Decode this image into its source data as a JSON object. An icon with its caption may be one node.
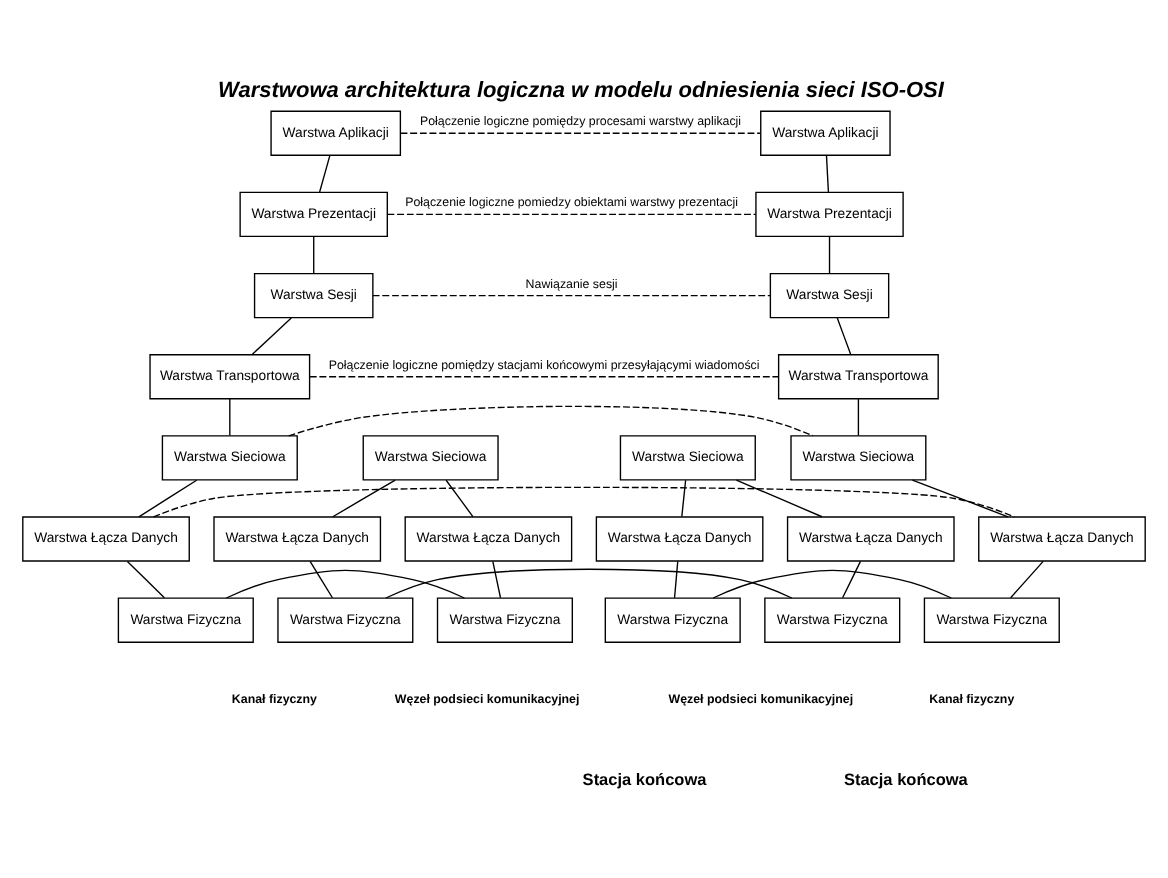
{
  "diagram": {
    "title": "Warstwowa architektura logiczna w modelu odniesienia sieci ISO-OSI",
    "nodes": [
      {
        "text": [
          "Warstwa Aplikacji"
        ]
      },
      {
        "text": [
          "Warstwa Aplikacji"
        ]
      },
      {
        "text": [
          "Warstwa Prezentacji"
        ]
      },
      {
        "text": [
          "Warstwa Prezentacji"
        ]
      },
      {
        "text": [
          "Warstwa Sesji"
        ]
      },
      {
        "text": [
          "Warstwa Sesji"
        ]
      },
      {
        "text": [
          "Warstwa Transportowa"
        ]
      },
      {
        "text": [
          "Warstwa Transportowa"
        ]
      },
      {
        "text": [
          "Warstwa Sieciowa"
        ]
      },
      {
        "text": [
          "Warstwa Sieciowa"
        ]
      },
      {
        "text": [
          "Warstwa Sieciowa"
        ]
      },
      {
        "text": [
          "Warstwa Sieciowa"
        ]
      },
      {
        "text": [
          "Warstwa Łącza Danych"
        ]
      },
      {
        "text": [
          "Warstwa Łącza Danych"
        ]
      },
      {
        "text": [
          "Warstwa Łącza Danych"
        ]
      },
      {
        "text": [
          "Warstwa Łącza Danych"
        ]
      },
      {
        "text": [
          "Warstwa Łącza Danych"
        ]
      },
      {
        "text": [
          "Warstwa Łącza Danych"
        ]
      },
      {
        "text": [
          "Warstwa Fizyczna"
        ]
      },
      {
        "text": [
          "Warstwa Fizyczna"
        ]
      },
      {
        "text": [
          "Warstwa Fizyczna"
        ]
      },
      {
        "text": [
          "Warstwa Fizyczna"
        ]
      },
      {
        "text": [
          "Warstwa Fizyczna"
        ]
      },
      {
        "text": [
          "Warstwa Fizyczna"
        ]
      }
    ],
    "edges": [
      {
        "from": 0,
        "to": 2,
        "arrow": "none"
      },
      {
        "from": 2,
        "to": 4,
        "arrow": "none"
      },
      {
        "from": 4,
        "to": 6,
        "arrow": "none"
      },
      {
        "from": 6,
        "to": 8,
        "arrow": "none"
      },
      {
        "from": 8,
        "to": 12,
        "arrow": "none"
      },
      {
        "from": 12,
        "to": 18,
        "arrow": "none"
      },
      {
        "from": 1,
        "to": 3,
        "arrow": "none"
      },
      {
        "from": 3,
        "to": 5,
        "arrow": "none"
      },
      {
        "from": 5,
        "to": 7,
        "arrow": "none"
      },
      {
        "from": 7,
        "to": 11,
        "arrow": "none"
      },
      {
        "from": 11,
        "to": 17,
        "arrow": "none"
      },
      {
        "from": 17,
        "to": 23,
        "arrow": "none"
      },
      {
        "from": 9,
        "to": 13,
        "arrow": "none"
      },
      {
        "from": 9,
        "to": 14,
        "arrow": "none"
      },
      {
        "from": 10,
        "to": 15,
        "arrow": "none"
      },
      {
        "from": 10,
        "to": 16,
        "arrow": "none"
      },
      {
        "from": 13,
        "to": 19,
        "arrow": "none"
      },
      {
        "from": 14,
        "to": 20,
        "arrow": "none"
      },
      {
        "from": 15,
        "to": 21,
        "arrow": "none"
      },
      {
        "from": 16,
        "to": 22,
        "arrow": "none"
      },
      {
        "from": 18,
        "to": 19,
        "arrow": "none"
      },
      {
        "from": 20,
        "to": 21,
        "arrow": "none"
      },
      {
        "from": 22,
        "to": 23,
        "arrow": "none"
      },
      {
        "from": 0,
        "to": 1,
        "arrow": "none",
        "style": "dashed",
        "label": "Połączenie logiczne pomiędzy procesami warstwy aplikacji"
      },
      {
        "from": 2,
        "to": 3,
        "arrow": "none",
        "style": "dashed",
        "label": "Połączenie logiczne pomiedzy obiektami warstwy prezentacji"
      },
      {
        "from": 4,
        "to": 5,
        "arrow": "none",
        "style": "dashed",
        "label": "Nawiązanie sesji"
      },
      {
        "from": 6,
        "to": 7,
        "arrow": "none",
        "style": "dashed",
        "label": "Połączenie logiczne pomiędzy stacjami końcowymi przesyłającymi wiadomości"
      },
      {
        "from": 8,
        "to": 11,
        "arrow": "none",
        "style": "dashed"
      },
      {
        "from": 12,
        "to": 17,
        "arrow": "none",
        "style": "dashed"
      }
    ],
    "labels": [
      "Kanał fizyczny",
      "Węzeł podsieci komunikacyjnej",
      "Węzeł podsieci komunikacyjnej",
      "Kanał fizyczny",
      "Stacja końcowa",
      "Stacja końcowa"
    ]
  }
}
